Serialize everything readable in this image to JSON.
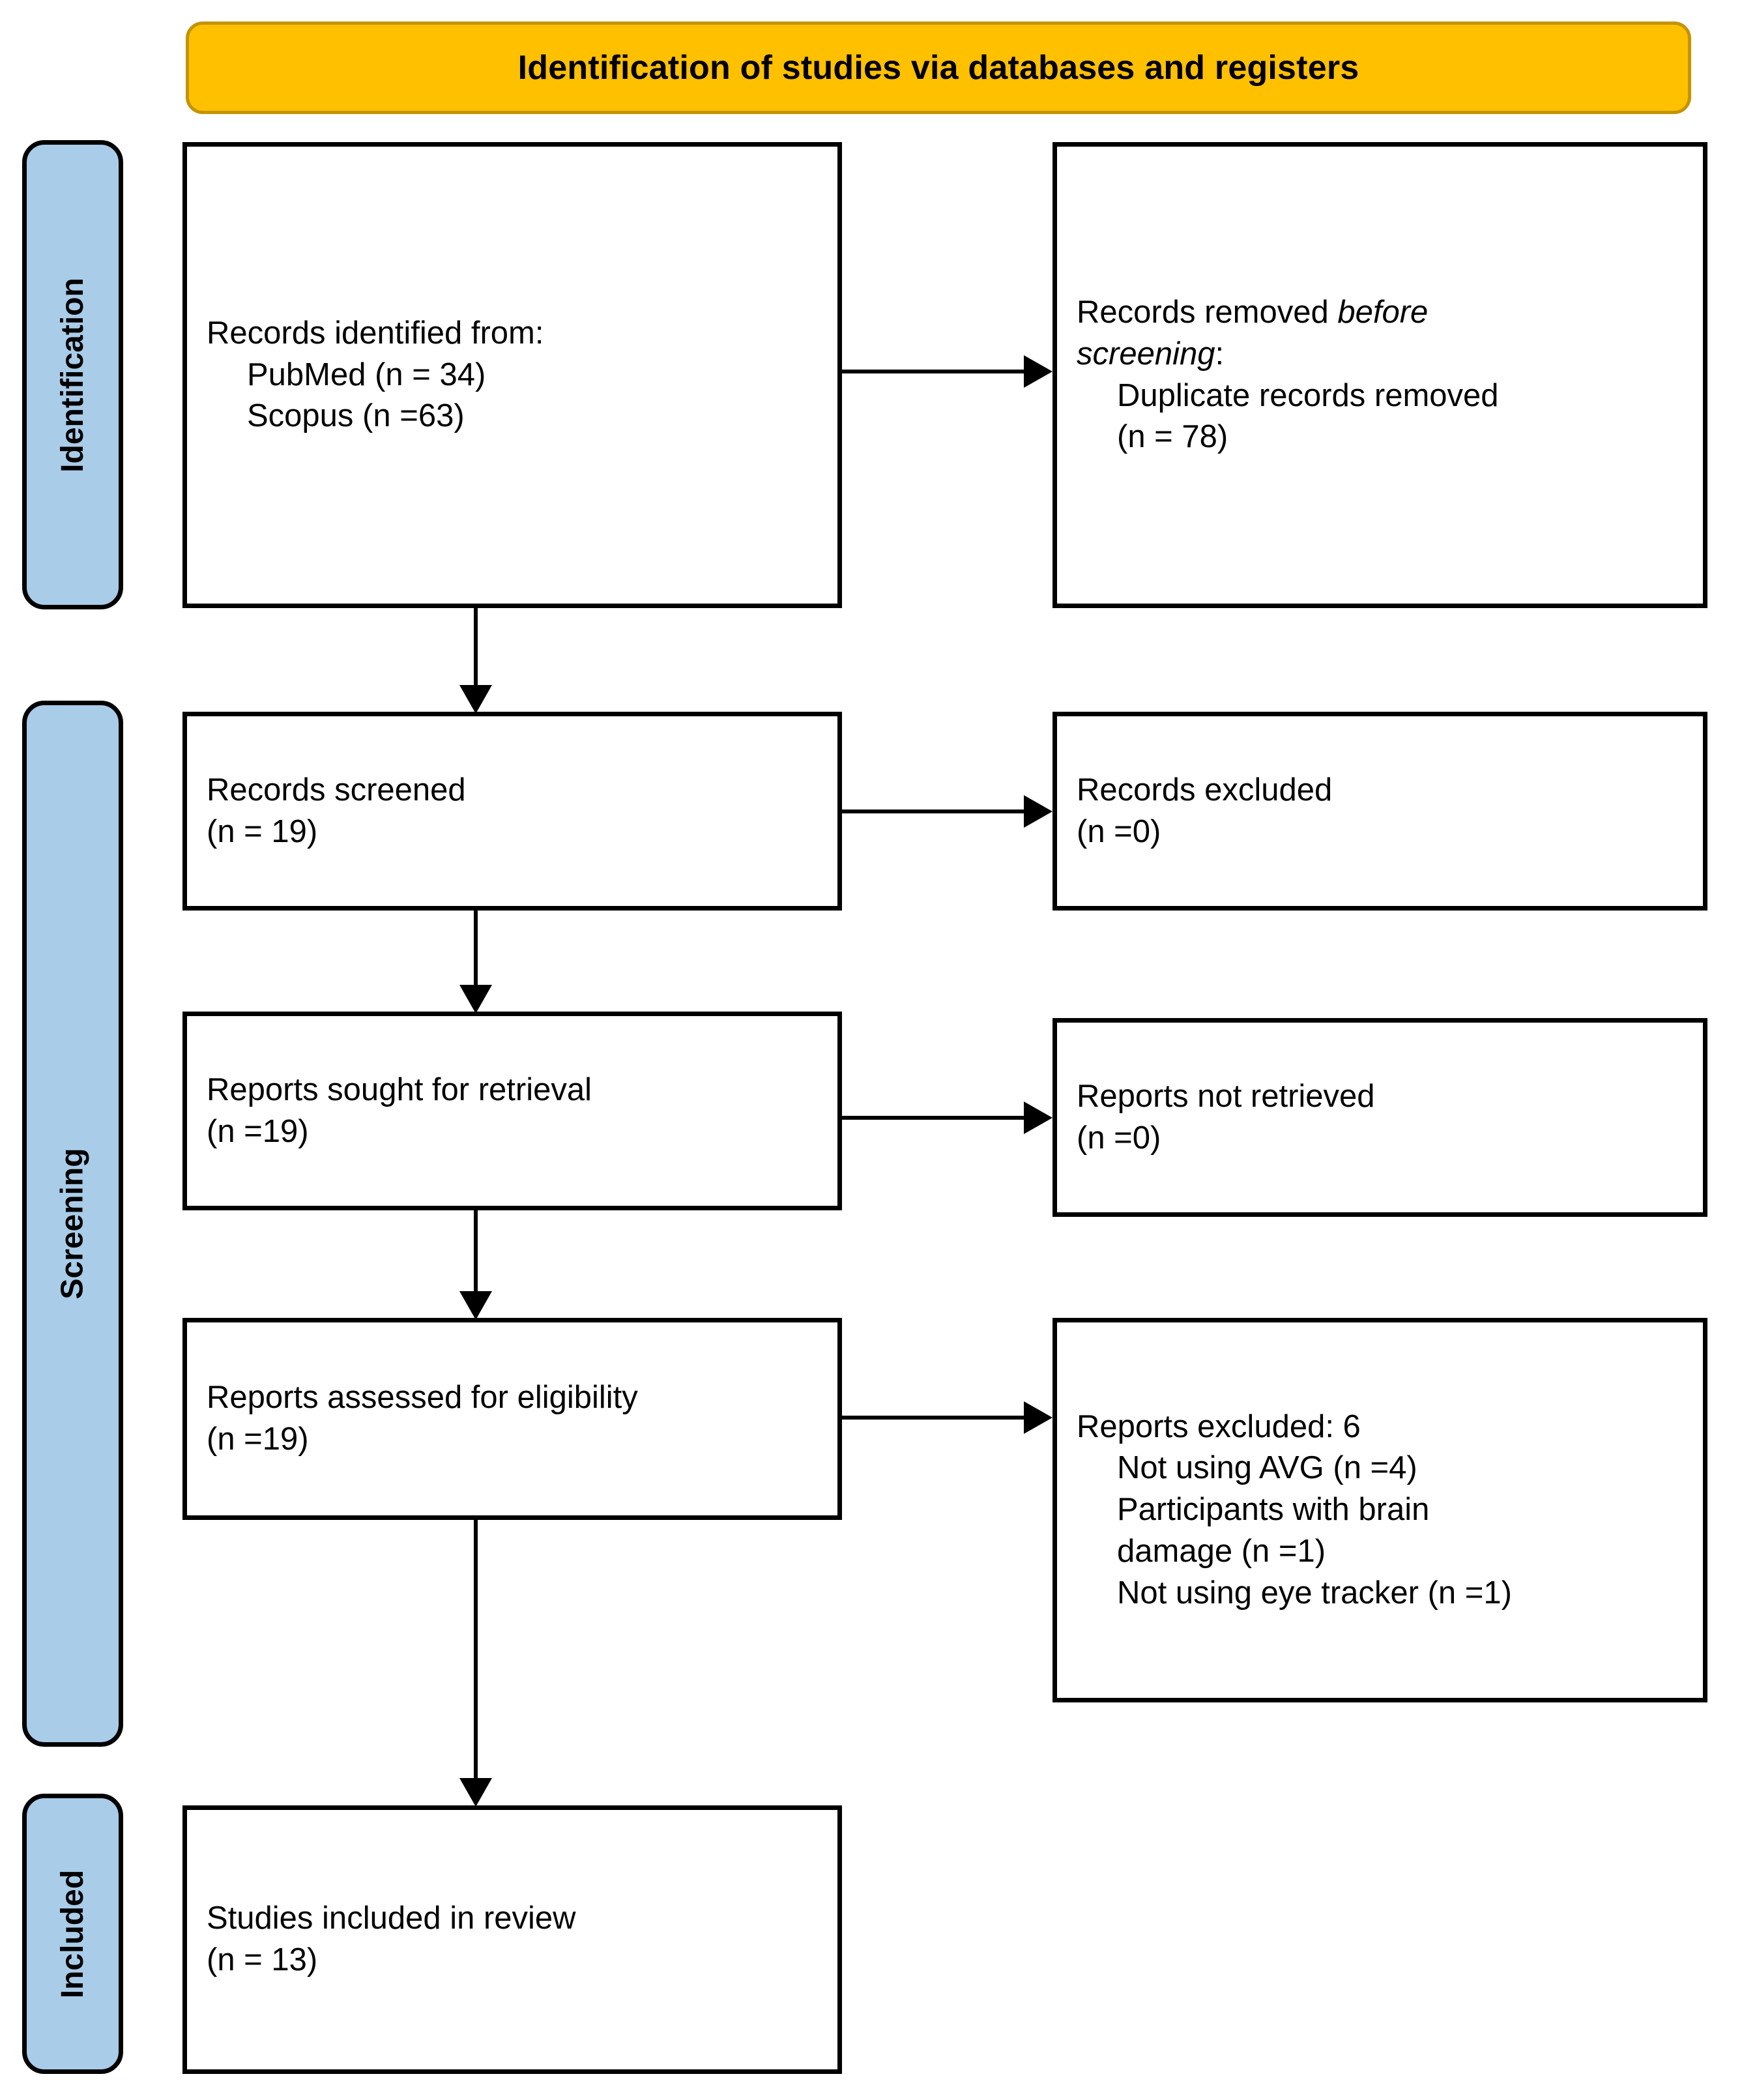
{
  "banner": {
    "title": "Identification of studies via databases and registers"
  },
  "rails": [
    {
      "id": "identification",
      "label": "Identification"
    },
    {
      "id": "screening",
      "label": "Screening"
    },
    {
      "id": "included",
      "label": "Included"
    }
  ],
  "boxes": {
    "identified": {
      "l1": "Records identified from:",
      "l2": "PubMed (n = 34)",
      "l3": "Scopus (n =63)"
    },
    "removed": {
      "l1a": "Records removed ",
      "l1b": "before",
      "l2a": "screening",
      "l2b": ":",
      "l3": "Duplicate records removed",
      "l4": "(n = 78)"
    },
    "screened": {
      "l1": "Records screened",
      "l2": "(n = 19)"
    },
    "excluded": {
      "l1": "Records excluded",
      "l2": "(n =0)"
    },
    "sought": {
      "l1": "Reports sought for retrieval",
      "l2": "(n =19)"
    },
    "not_retrieved": {
      "l1": "Reports not retrieved",
      "l2": "(n =0)"
    },
    "eligibility": {
      "l1": "Reports assessed for eligibility",
      "l2": "(n =19)"
    },
    "reports_excluded": {
      "l1": "Reports excluded: 6",
      "l2": "Not using AVG (n =4)",
      "l3": "Participants with brain",
      "l4": "damage (n =1)",
      "l5": "Not using eye tracker (n =1)"
    },
    "included": {
      "l1": "Studies included in review",
      "l2": "(n = 13)"
    }
  },
  "colors": {
    "banner_fill": "#FFC000",
    "banner_border": "#C49300",
    "rail_fill": "#A9CCE8",
    "line": "#000000"
  }
}
